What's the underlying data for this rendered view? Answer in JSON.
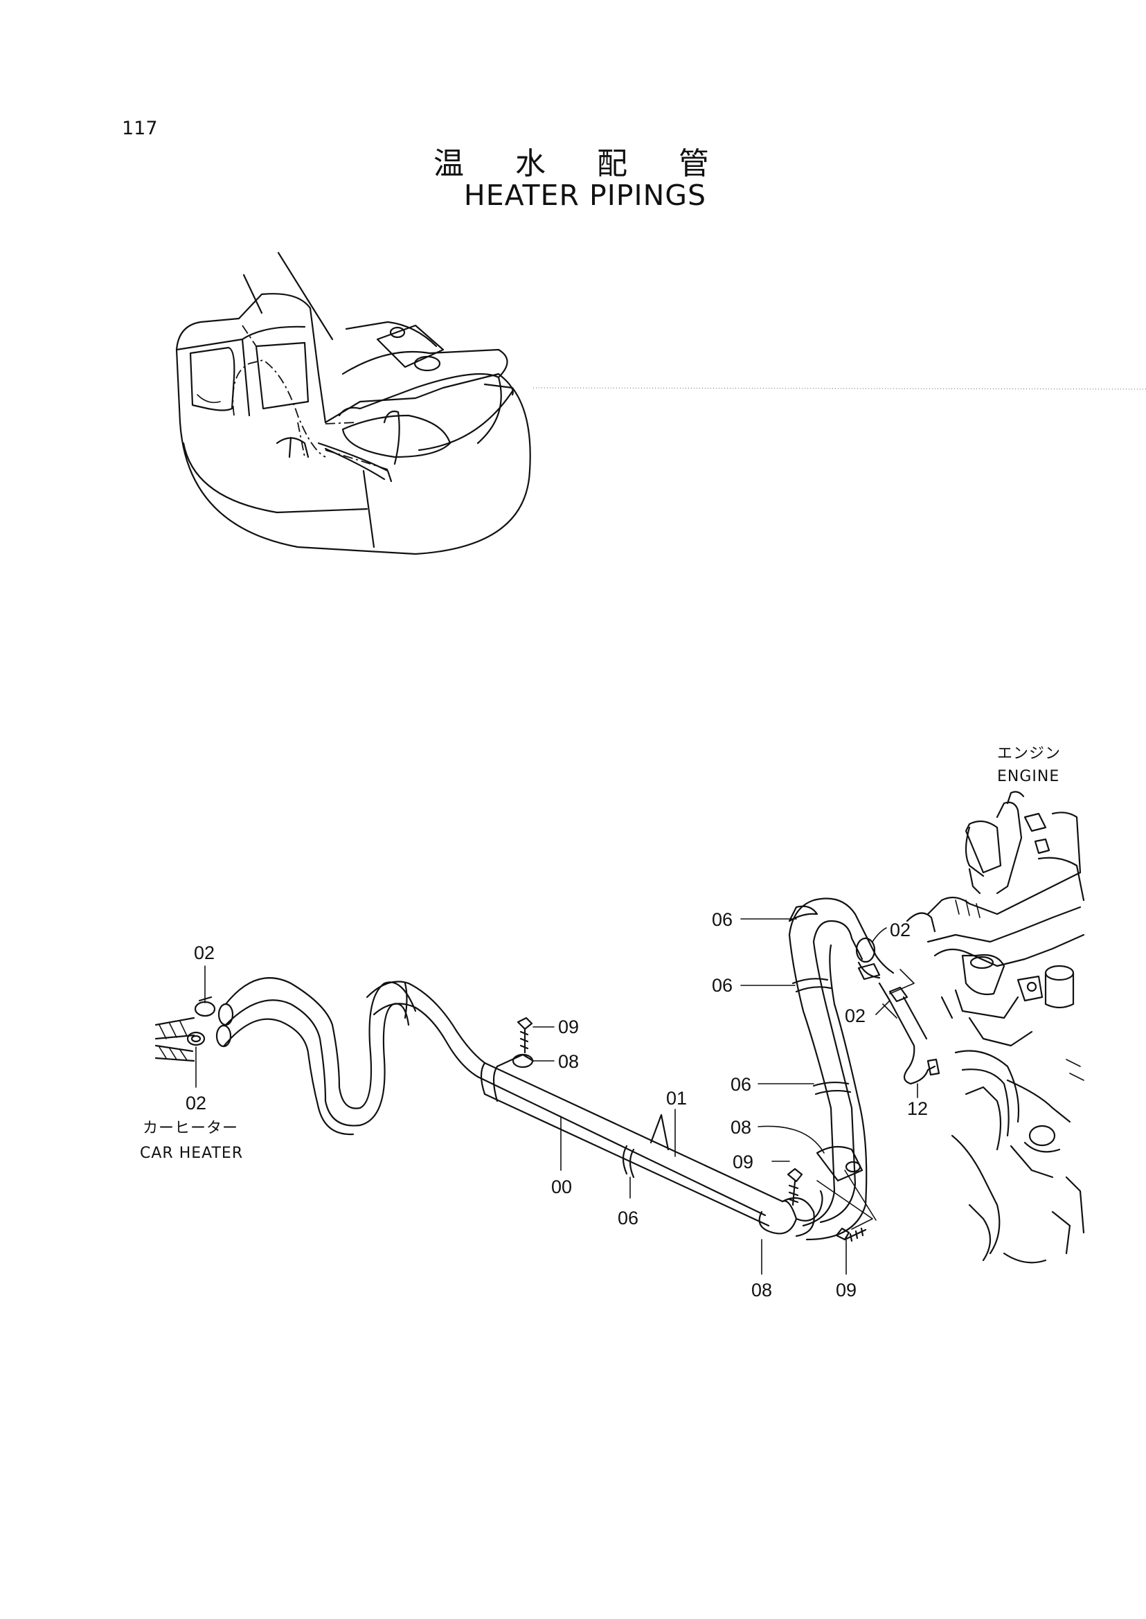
{
  "page_number": "117",
  "title_ja": "温 水 配 管",
  "title_en": "HEATER PIPINGS",
  "labels": {
    "engine_ja": "エンジン",
    "engine_en": "ENGINE",
    "car_heater_ja": "カーヒーター",
    "car_heater_en": "CAR HEATER"
  },
  "callouts": {
    "c02_top_left": "02",
    "c02_bottom_left": "02",
    "c09_center": "09",
    "c08_center": "08",
    "c01": "01",
    "c00": "00",
    "c06_bottom": "06",
    "c06_top": "06",
    "c06_second": "06",
    "c06_third": "06",
    "c08_right": "08",
    "c09_right": "09",
    "c08_bottom": "08",
    "c09_bottom": "09",
    "c02_right_top": "02",
    "c02_right_mid": "02",
    "c12": "12"
  }
}
